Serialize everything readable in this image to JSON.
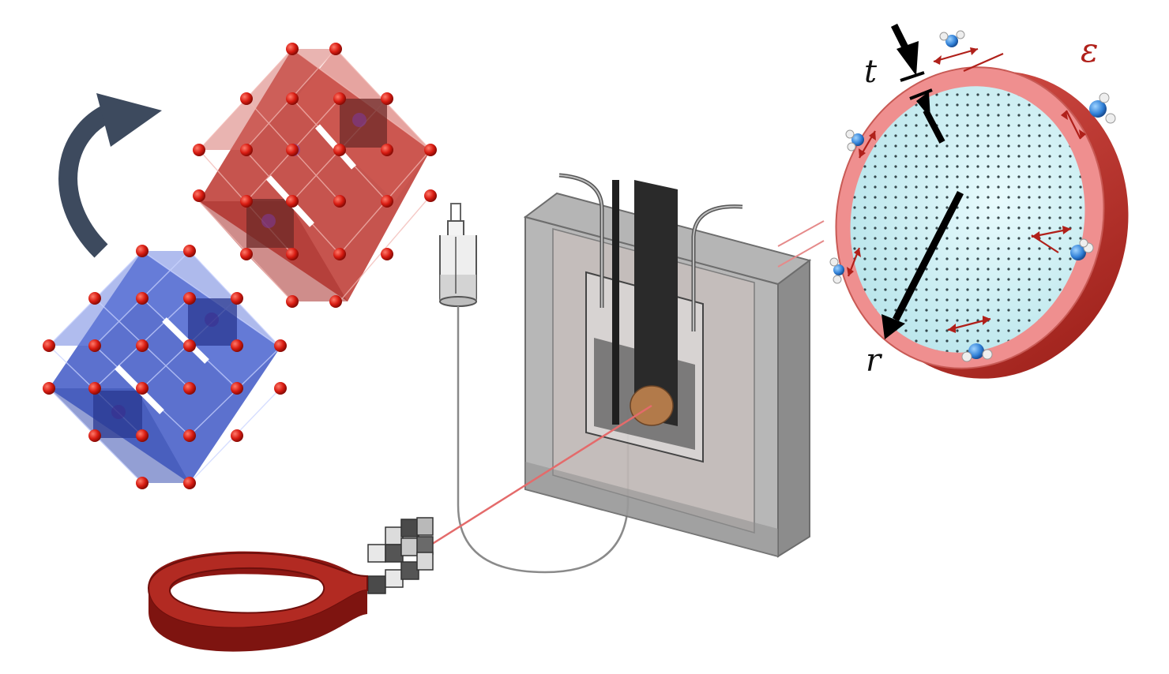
{
  "labels": {
    "thickness": "t",
    "radius": "r",
    "strain": "ε"
  },
  "colors": {
    "background": "#ffffff",
    "red_octahedra": "#c0413b",
    "blue_octahedra": "#4a62c9",
    "oxygen_atom": "#d81c12",
    "arrow": "#3d4a5e",
    "particle_shell": "#ef8f8f",
    "particle_core": "#cfeef2",
    "water_oxygen": "#2f7fd6",
    "cell_gray": "#9a9a9a",
    "fiber_red": "#a11f1a",
    "electrode_dark": "#222222",
    "sample_spot": "#b27a4a",
    "strain_label": "#b0201a"
  },
  "components": {
    "structure_before": "blue-perovskite-octahedra",
    "structure_after": "red-perovskite-octahedra",
    "transition_arrow": "curved-arrow-icon",
    "cell": "electrochemical-cell",
    "syringe": "electrolyte-reservoir",
    "fiber": "optical-fiber-coil",
    "focuser": "beam-focusing-optics",
    "particle": "nanoparticle-cross-section"
  }
}
